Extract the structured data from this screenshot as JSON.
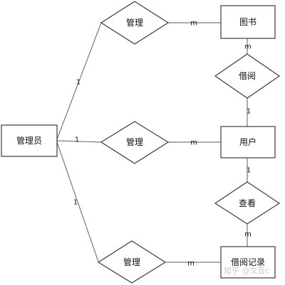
{
  "entities": {
    "admin": "管理员",
    "book": "图书",
    "user": "用户",
    "record": "借阅记录"
  },
  "relationships": {
    "manage_book": "管理",
    "manage_user": "管理",
    "manage_record": "管理",
    "borrow": "借阅",
    "view": "查看"
  },
  "cardinalities": {
    "admin_to_manage_book": "1",
    "manage_book_to_book": "m",
    "admin_to_manage_user": "1",
    "manage_user_to_user": "m",
    "admin_to_manage_record": "1",
    "manage_record_to_record": "m",
    "book_to_borrow": "m",
    "borrow_to_user": "1",
    "user_to_view": "1",
    "view_to_record": "m"
  },
  "watermark": "知乎 @文音c"
}
